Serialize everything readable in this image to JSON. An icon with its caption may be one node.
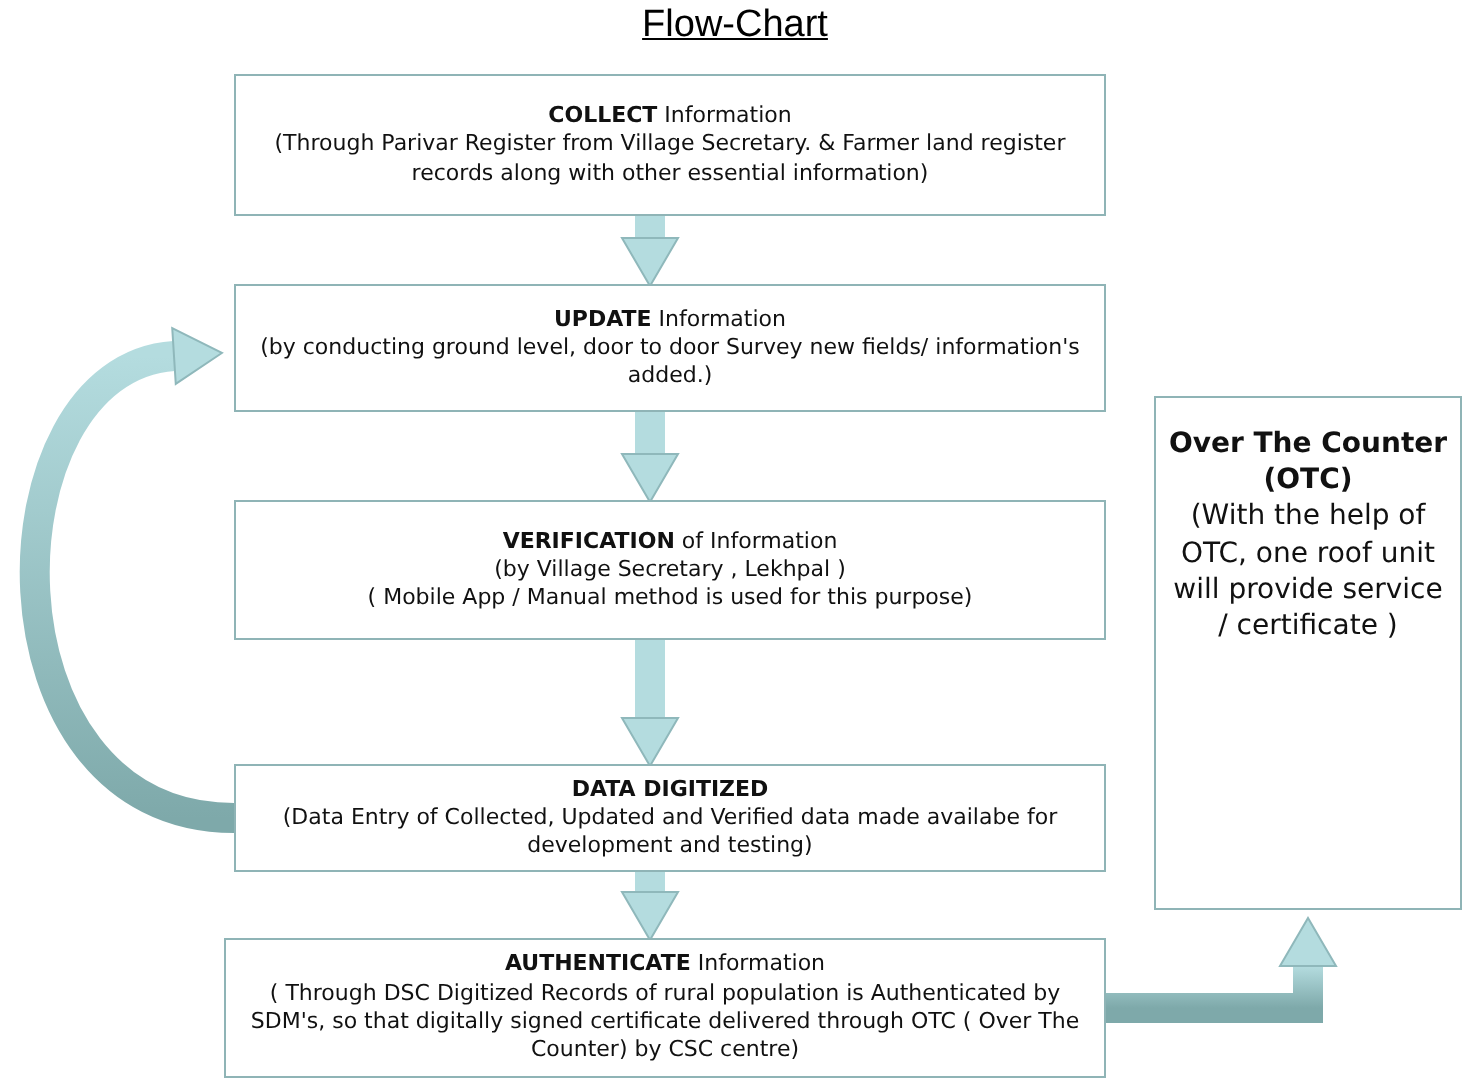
{
  "diagram": {
    "title": "Flow-Chart",
    "nodes": [
      {
        "text": [
          "**COLLECT** Information",
          "(Through Parivar Register from Village Secretary. & Farmer land register records along with other essential information)"
        ]
      },
      {
        "text": [
          "**UPDATE** Information",
          "(by conducting ground level, door to door Survey new fields/ information's added.)"
        ]
      },
      {
        "text": [
          "**VERIFICATION** of Information",
          "(by Village Secretary , Lekhpal )",
          "( Mobile App / Manual method is used for this purpose)"
        ]
      },
      {
        "text": [
          "DATA DIGITIZED",
          "(Data Entry of Collected, Updated and Verified data made availabe for development and testing)"
        ]
      },
      {
        "text": [
          "**AUTHENTICATE** Information",
          "( Through DSC Digitized Records of rural population is Authenticated by SDM's, so that digitally signed certificate delivered through OTC ( Over The Counter) by CSC centre)"
        ]
      },
      {
        "text": [
          "Over The Counter (OTC)",
          "(With the help of OTC, one roof unit will provide service / certificate )"
        ]
      }
    ],
    "edges": [
      {
        "from": 0,
        "to": 1,
        "arrow": "to"
      },
      {
        "from": 1,
        "to": 2,
        "arrow": "to"
      },
      {
        "from": 2,
        "to": 3,
        "arrow": "to"
      },
      {
        "from": 3,
        "to": 4,
        "arrow": "to"
      },
      {
        "from": 3,
        "to": 1,
        "arrow": "to"
      },
      {
        "from": 4,
        "to": 5,
        "arrow": "to"
      }
    ]
  }
}
